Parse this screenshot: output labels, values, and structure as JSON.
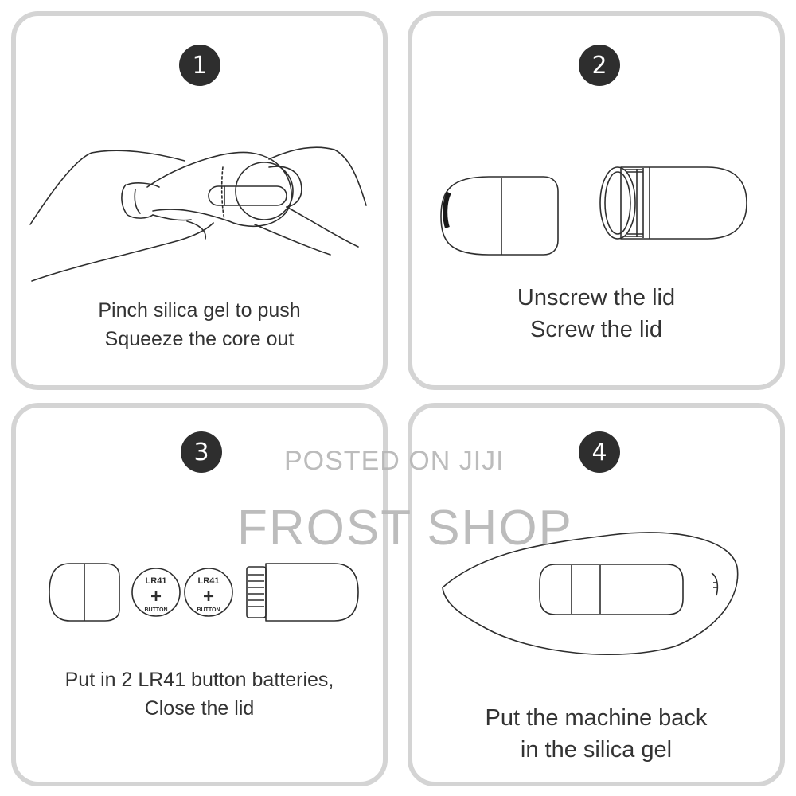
{
  "steps": [
    {
      "number": "1",
      "caption_line1": "Pinch silica gel to push",
      "caption_line2": "Squeeze the core out"
    },
    {
      "number": "2",
      "caption_line1": "Unscrew the lid",
      "caption_line2": "Screw the lid"
    },
    {
      "number": "3",
      "caption_line1": "Put in 2 LR41 button batteries,",
      "caption_line2": "Close the lid",
      "battery_label_top": "LR41",
      "battery_symbol": "+",
      "battery_label_bottom": "BUTTON"
    },
    {
      "number": "4",
      "caption_line1": "Put the machine back",
      "caption_line2": "in the silica gel"
    }
  ],
  "watermark": {
    "line1": "POSTED ON JIJI",
    "line2": "FROST SHOP"
  },
  "colors": {
    "panel_border": "#d4d4d4",
    "badge_bg": "#2e2e2e",
    "ink": "#333333",
    "watermark": "#b5b5b5"
  }
}
